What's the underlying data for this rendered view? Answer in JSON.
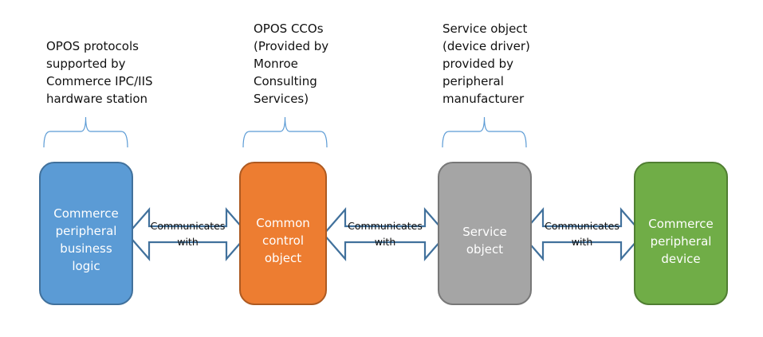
{
  "annotations": [
    {
      "id": "note-protocols",
      "text": "OPOS protocols\nsupported by\nCommerce IPC/IIS\nhardware station"
    },
    {
      "id": "note-ccos",
      "text": "OPOS CCOs\n(Provided by\nMonroe\nConsulting\nServices)"
    },
    {
      "id": "note-service-object",
      "text": "Service object\n(device driver)\nprovided by\nperipheral\nmanufacturer"
    }
  ],
  "boxes": [
    {
      "id": "business-logic",
      "lines": [
        "Commerce",
        "peripheral",
        "business",
        "logic"
      ],
      "fill": "#5B9BD5",
      "stroke": "#41719C"
    },
    {
      "id": "common-control-object",
      "lines": [
        "Common",
        "control",
        "object"
      ],
      "fill": "#ED7D31",
      "stroke": "#AE5A21"
    },
    {
      "id": "service-object",
      "lines": [
        "Service",
        "object"
      ],
      "fill": "#A5A5A5",
      "stroke": "#787878"
    },
    {
      "id": "peripheral-device",
      "lines": [
        "Commerce",
        "peripheral",
        "device"
      ],
      "fill": "#70AD47",
      "stroke": "#507E32"
    }
  ],
  "connectors": [
    {
      "id": "comm-1",
      "lines": [
        "Communicates",
        "with"
      ]
    },
    {
      "id": "comm-2",
      "lines": [
        "Communicates",
        "with"
      ]
    },
    {
      "id": "comm-3",
      "lines": [
        "Communicates",
        "with"
      ]
    }
  ],
  "colors": {
    "arrow_stroke": "#41719C",
    "brace_stroke": "#5B9BD5"
  }
}
